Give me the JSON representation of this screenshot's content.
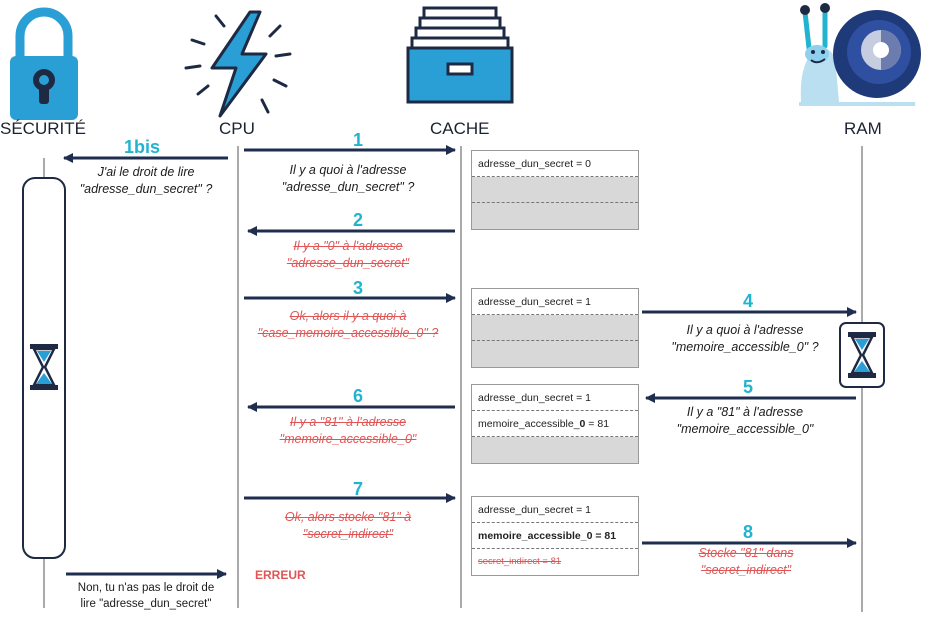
{
  "actors": {
    "security": "SÉCURITÉ",
    "cpu": "CPU",
    "cache": "CACHE",
    "ram": "RAM"
  },
  "steps": {
    "s1bis": {
      "num": "1bis",
      "text": [
        "J'ai le droit de lire",
        "\"adresse_dun_secret\" ?"
      ]
    },
    "s1": {
      "num": "1",
      "text": [
        "Il y a quoi à l'adresse",
        "\"adresse_dun_secret\" ?"
      ]
    },
    "s2": {
      "num": "2",
      "text": [
        "Il y a \"0\" à l'adresse",
        "\"adresse_dun_secret\""
      ]
    },
    "s3": {
      "num": "3",
      "text": [
        "Ok, alors il y a quoi à",
        "\"case_memoire_accessible_0\" ?"
      ]
    },
    "s4": {
      "num": "4",
      "text": [
        "Il y a quoi à l'adresse",
        "\"memoire_accessible_0\" ?"
      ]
    },
    "s5": {
      "num": "5",
      "text": [
        "Il y a \"81\" à l'adresse",
        "\"memoire_accessible_0\""
      ]
    },
    "s6": {
      "num": "6",
      "text": [
        "Il y a \"81\" à l'adresse",
        "\"memoire_accessible_0\""
      ]
    },
    "s7": {
      "num": "7",
      "text": [
        "Ok, alors stocke \"81\" à",
        "\"secret_indirect\""
      ]
    },
    "s8": {
      "num": "8",
      "text": [
        "Stocke \"81\" dans",
        "\"secret_indirect\""
      ]
    },
    "reply": {
      "text": [
        "Non, tu n'as pas le droit de",
        "lire \"adresse_dun_secret\""
      ]
    },
    "error": "ERREUR"
  },
  "cache_states": {
    "c1": [
      "adresse_dun_secret = 0",
      "",
      ""
    ],
    "c2": [
      "adresse_dun_secret = 1",
      "",
      ""
    ],
    "c3": [
      "adresse_dun_secret = 1",
      "memoire_accessible_0 = 81",
      ""
    ],
    "c4": [
      "adresse_dun_secret = 1",
      "memoire_accessible_0 = 81",
      "secret_indirect = 81"
    ]
  },
  "icons": {
    "security": "padlock-icon",
    "cpu": "lightning-icon",
    "cache": "drawer-cabinet-icon",
    "ram": "snail-icon",
    "wait": "hourglass-icon"
  },
  "colors": {
    "arrow": "#1f2d4f",
    "step_number": "#22b3cf",
    "struck": "#e05555",
    "icon_blue": "#2a9fd6",
    "dark_navy": "#1e2a44"
  }
}
